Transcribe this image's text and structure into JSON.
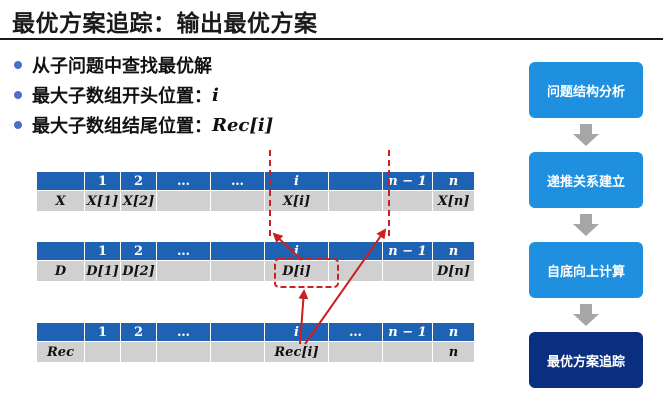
{
  "title": "最优方案追踪：输出最优方案",
  "bullets": [
    {
      "text": "从子问题中查找最优解",
      "math": ""
    },
    {
      "text": "最大子数组开头位置：",
      "math": "i"
    },
    {
      "text": "最大子数组结尾位置：",
      "math": "Rec[i]"
    }
  ],
  "tables": [
    {
      "header": [
        "",
        "1",
        "2",
        "…",
        "…",
        "i",
        "",
        "n − 1",
        "n"
      ],
      "values": [
        "X",
        "X[1]",
        "X[2]",
        "",
        "",
        "X[i]",
        "",
        "",
        "X[n]"
      ]
    },
    {
      "header": [
        "",
        "1",
        "2",
        "…",
        "",
        "i",
        "",
        "n − 1",
        "n"
      ],
      "values": [
        "D",
        "D[1]",
        "D[2]",
        "",
        "",
        "D[i]",
        "",
        "",
        "D[n]"
      ]
    },
    {
      "header": [
        "",
        "1",
        "2",
        "…",
        "",
        "i",
        "…",
        "n − 1",
        "n"
      ],
      "values": [
        "Rec",
        "",
        "",
        "",
        "",
        "Rec[i]",
        "",
        "",
        "n"
      ]
    }
  ],
  "flow_steps": [
    {
      "label": "问题结构分析"
    },
    {
      "label": "递推关系建立"
    },
    {
      "label": "自底向上计算"
    },
    {
      "label": "最优方案追踪"
    }
  ],
  "colors": {
    "header_bg": "#1e62b4",
    "cell_bg": "#d0d0d0",
    "flow_light": "#1f8fe0",
    "flow_dark": "#0b2f80",
    "highlight": "#cc1f1f",
    "bullet_dot": "#4d6fc9"
  }
}
